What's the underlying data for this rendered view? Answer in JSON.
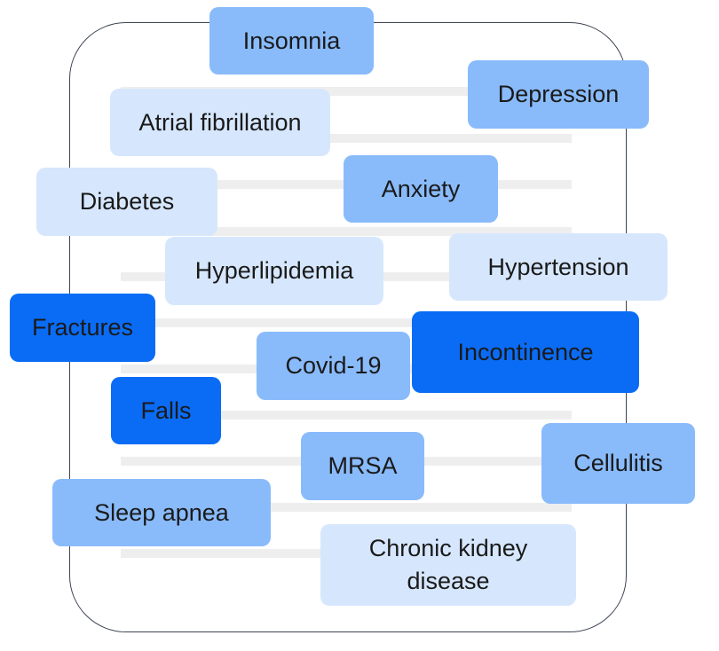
{
  "tags": {
    "insomnia": "Insomnia",
    "depression": "Depression",
    "atrial_fibrillation": "Atrial fibrillation",
    "diabetes": "Diabetes",
    "anxiety": "Anxiety",
    "hyperlipidemia": "Hyperlipidemia",
    "hypertension": "Hypertension",
    "fractures": "Fractures",
    "covid19": "Covid-19",
    "incontinence": "Incontinence",
    "falls": "Falls",
    "mrsa": "MRSA",
    "cellulitis": "Cellulitis",
    "sleep_apnea": "Sleep apnea",
    "chronic_kidney_disease": "Chronic kidney disease"
  },
  "colors": {
    "light": "#d6e7fd",
    "medium": "#89bbfb",
    "dark": "#0a6cf5",
    "frame_border": "#3d4451",
    "placeholder_line": "#eeeeee"
  }
}
